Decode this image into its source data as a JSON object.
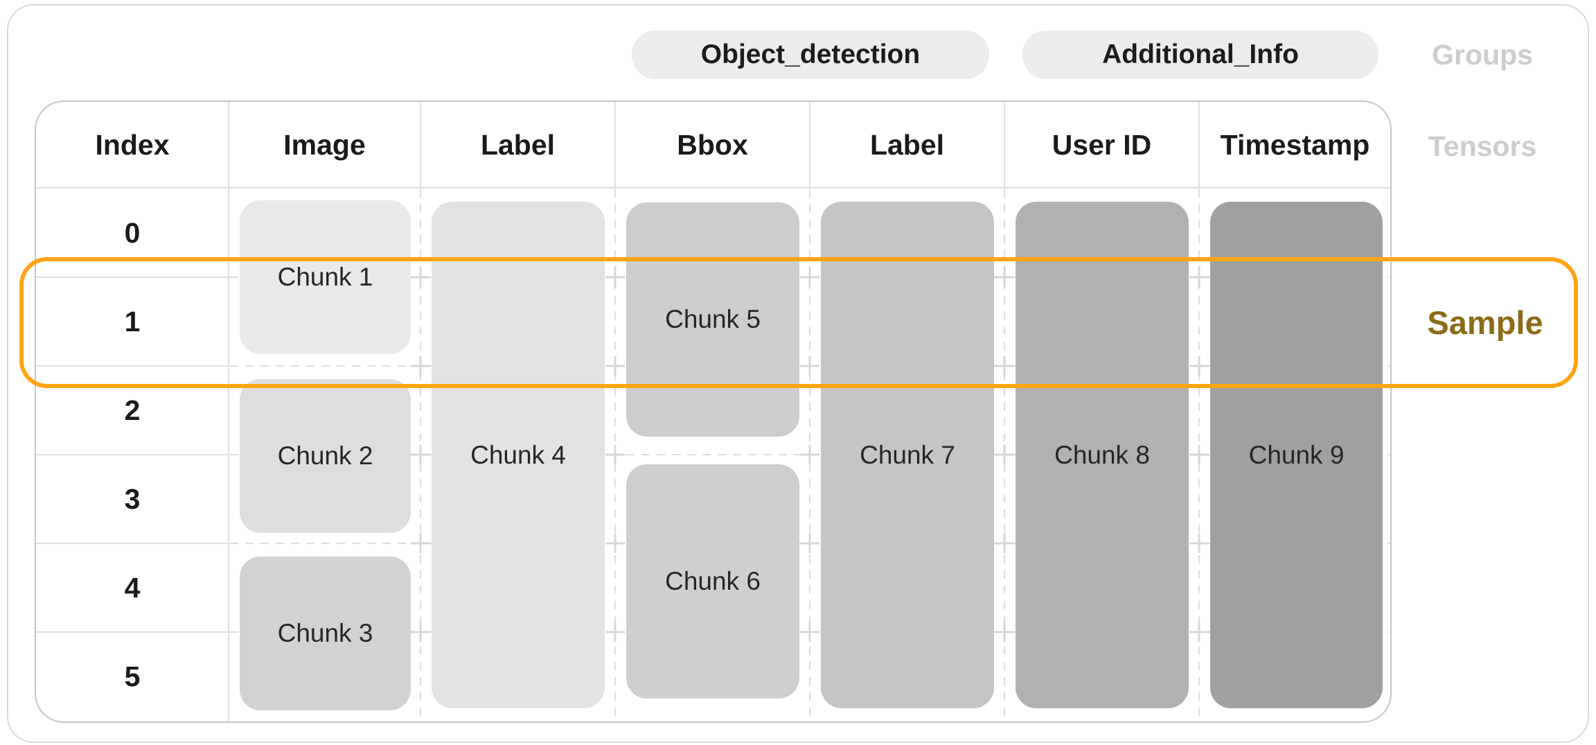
{
  "groups": {
    "axis_label": "Groups",
    "pills": [
      {
        "label": "Object_detection",
        "columns_spanned": [
          "Bbox",
          "Label"
        ]
      },
      {
        "label": "Additional_Info",
        "columns_spanned": [
          "User ID",
          "Timestamp"
        ]
      }
    ]
  },
  "tensors": {
    "axis_label": "Tensors",
    "columns": [
      "Index",
      "Image",
      "Label",
      "Bbox",
      "Label",
      "User ID",
      "Timestamp"
    ]
  },
  "index_values": [
    "0",
    "1",
    "2",
    "3",
    "4",
    "5"
  ],
  "chunks": [
    {
      "label": "Chunk 1",
      "column": "Image",
      "rows": "0-1",
      "color": "#e9e9e9"
    },
    {
      "label": "Chunk 2",
      "column": "Image",
      "rows": "2-3",
      "color": "#dedede"
    },
    {
      "label": "Chunk 3",
      "column": "Image",
      "rows": "4-5",
      "color": "#d2d2d2"
    },
    {
      "label": "Chunk 4",
      "column": "Label",
      "rows": "0-5",
      "color": "#e2e2e2"
    },
    {
      "label": "Chunk 5",
      "column": "Bbox",
      "rows": "0-2",
      "color": "#cdcdcd"
    },
    {
      "label": "Chunk 6",
      "column": "Bbox",
      "rows": "3-5",
      "color": "#cfcfcf"
    },
    {
      "label": "Chunk 7",
      "column": "Label",
      "rows": "0-5",
      "color": "#c5c5c5"
    },
    {
      "label": "Chunk 8",
      "column": "User ID",
      "rows": "0-5",
      "color": "#b1b1b1"
    },
    {
      "label": "Chunk 9",
      "column": "Timestamp",
      "rows": "0-5",
      "color": "#a0a0a0"
    }
  ],
  "sample": {
    "label": "Sample",
    "highlighted_index": "1",
    "accent_color": "#ffa414",
    "text_color": "#8b6c14"
  }
}
